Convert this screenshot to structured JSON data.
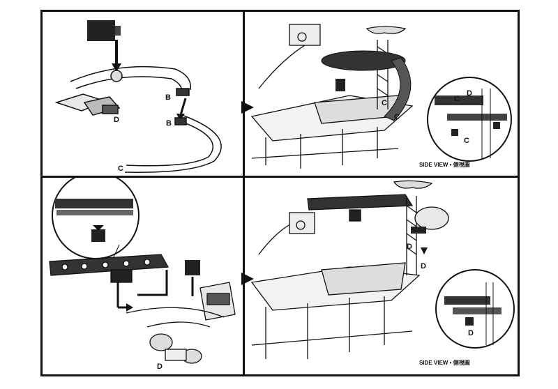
{
  "labels": {
    "b": "B",
    "c": "C",
    "d": "D"
  },
  "side_view_caption": "SIDE VIEW • 側視圖",
  "colors": {
    "ink": "#111111",
    "fill_dark": "#2a2a2a",
    "fill_light": "#e8e8e8"
  },
  "icons": [
    "next-step-arrow-icon",
    "down-arrow-icon"
  ]
}
